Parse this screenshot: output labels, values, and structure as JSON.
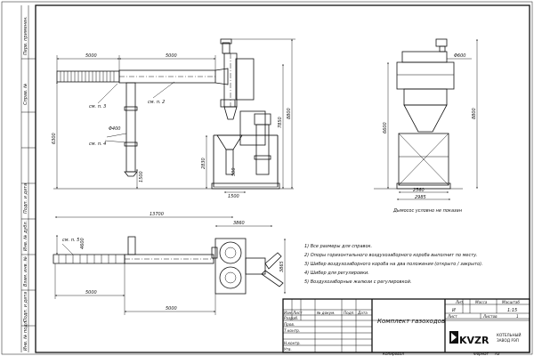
{
  "side_labels": [
    "Перв. применен.",
    "Справ. №",
    "Подп. и дата",
    "Инв. № дубл.",
    "Взам. инв. №",
    "Подп. и дата",
    "Инв. № подл."
  ],
  "dims": {
    "d5000_a": "5000",
    "d5000_b": "5000",
    "d6300": "6300",
    "d400": "Φ400",
    "d1500": "1500",
    "d2830": "2830",
    "d500": "500",
    "d1500b": "1500",
    "d7850": "7850",
    "d8800": "8800",
    "d600": "Φ600",
    "d6600": "6600",
    "d8800b": "8800",
    "d2560": "2560",
    "d2985": "2985",
    "d13700": "13700",
    "d3860": "3860",
    "d4600": "4600",
    "d3865": "3865",
    "d5000_c": "5000",
    "d5000_d": "5000"
  },
  "callouts": {
    "c1": "см. п. 3",
    "c2": "см. п. 2",
    "c3": "см. п. 4",
    "c4": "см. п. 5",
    "note_view": "Дымосос условно не показан"
  },
  "notes": [
    "1) Все размеры для справок.",
    "2) Опоры горизонтального воздухозаборного короба выполнит по месту.",
    "3) Шибер воздухозаборного короба на два положения (открыто / закрыто).",
    "4) Шибер для регулировки.",
    "5) Воздухозаборные жалюзи с регулировкой."
  ],
  "title_block": {
    "col_izm": "Изм.",
    "col_list": "Лист",
    "col_doc": "№ докум.",
    "col_podp": "Подп.",
    "col_data": "Дата",
    "razrab": "Разраб.",
    "prov": "Пров.",
    "tkontr": "Т.контр.",
    "nkontr": "Н.контр.",
    "utv": "Утв.",
    "title": "Комплект газоходов",
    "lit_label": "Лит.",
    "mass_label": "Масса",
    "scale_label": "Масштаб",
    "lit_value": "И",
    "scale_value": "1:15",
    "sheet_label": "Лист",
    "sheets_label": "Листов",
    "sheets_value": "1",
    "logo": "KVZR",
    "company_line1": "КОТЕЛЬНЫЙ",
    "company_line2": "ЗАВОД РЭП",
    "footer_copy": "Копировал",
    "footer_format": "Формат",
    "footer_format_value": "А3"
  }
}
